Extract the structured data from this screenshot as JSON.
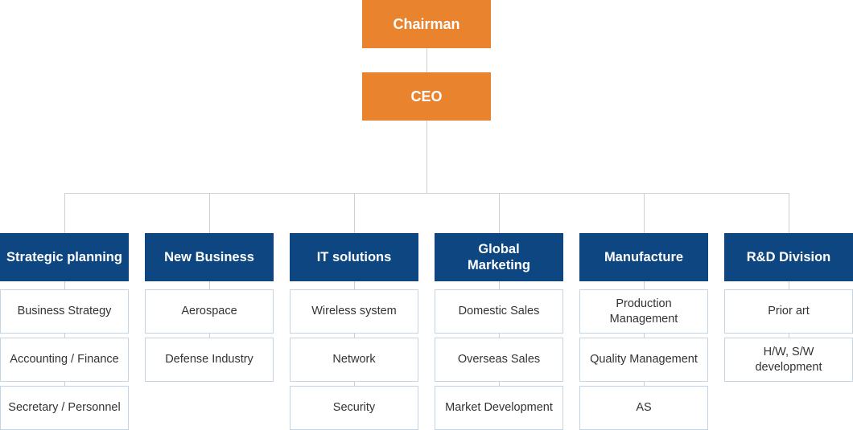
{
  "colors": {
    "exec": "#e9832d",
    "dept": "#0d4680",
    "unit_border": "#c5d4e3",
    "connector": "#cfcfcf"
  },
  "chairman": {
    "label": "Chairman"
  },
  "ceo": {
    "label": "CEO"
  },
  "departments": [
    {
      "label": "Strategic planning",
      "units": [
        "Business Strategy",
        "Accounting / Finance",
        "Secretary / Personnel"
      ]
    },
    {
      "label": "New Business",
      "units": [
        "Aerospace",
        "Defense Industry"
      ]
    },
    {
      "label": "IT solutions",
      "units": [
        "Wireless system",
        "Network",
        "Security"
      ]
    },
    {
      "label": "Global\nMarketing",
      "units": [
        "Domestic Sales",
        "Overseas Sales",
        "Market Development"
      ]
    },
    {
      "label": "Manufacture",
      "units": [
        "Production\nManagement",
        "Quality Management",
        "AS"
      ]
    },
    {
      "label": "R&D Division",
      "units": [
        "Prior art",
        "H/W, S/W\ndevelopment"
      ]
    }
  ]
}
